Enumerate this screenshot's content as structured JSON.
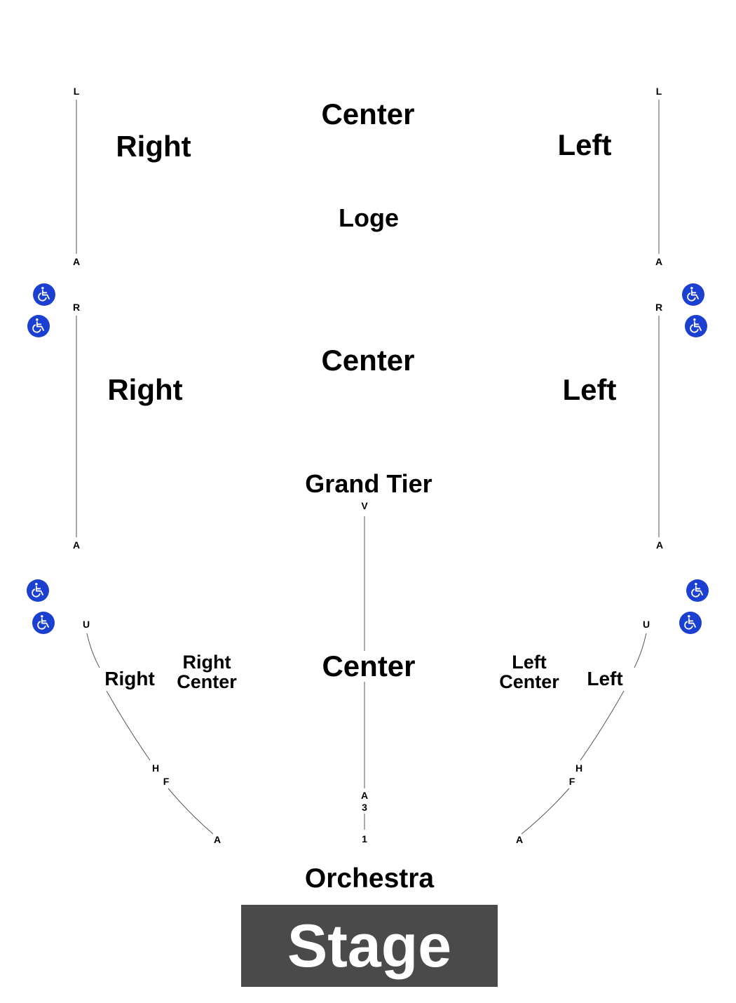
{
  "loge": {
    "right": "Right",
    "center": "Center",
    "left": "Left",
    "name": "Loge",
    "rows": {
      "left_top": "L",
      "left_bottom": "A",
      "right_top": "L",
      "right_bottom": "A"
    }
  },
  "grand_tier": {
    "right": "Right",
    "center": "Center",
    "left": "Left",
    "name": "Grand Tier",
    "rows": {
      "left_top": "R",
      "left_bottom": "A",
      "right_top": "R",
      "right_bottom": "A"
    }
  },
  "orchestra": {
    "right": "Right",
    "right_center_1": "Right",
    "right_center_2": "Center",
    "center": "Center",
    "left_center_1": "Left",
    "left_center_2": "Center",
    "left": "Left",
    "name": "Orchestra",
    "rows": {
      "center_top": "V",
      "center_a": "A",
      "center_3": "3",
      "center_1": "1",
      "right_u": "U",
      "right_h": "H",
      "right_f": "F",
      "right_a": "A",
      "left_u": "U",
      "left_h": "H",
      "left_f": "F",
      "left_a": "A"
    }
  },
  "stage": "Stage",
  "icons": {
    "accessible": "wheelchair-icon",
    "accessible_color": "#1a3fd1",
    "stage_color": "#4a4a4a"
  }
}
